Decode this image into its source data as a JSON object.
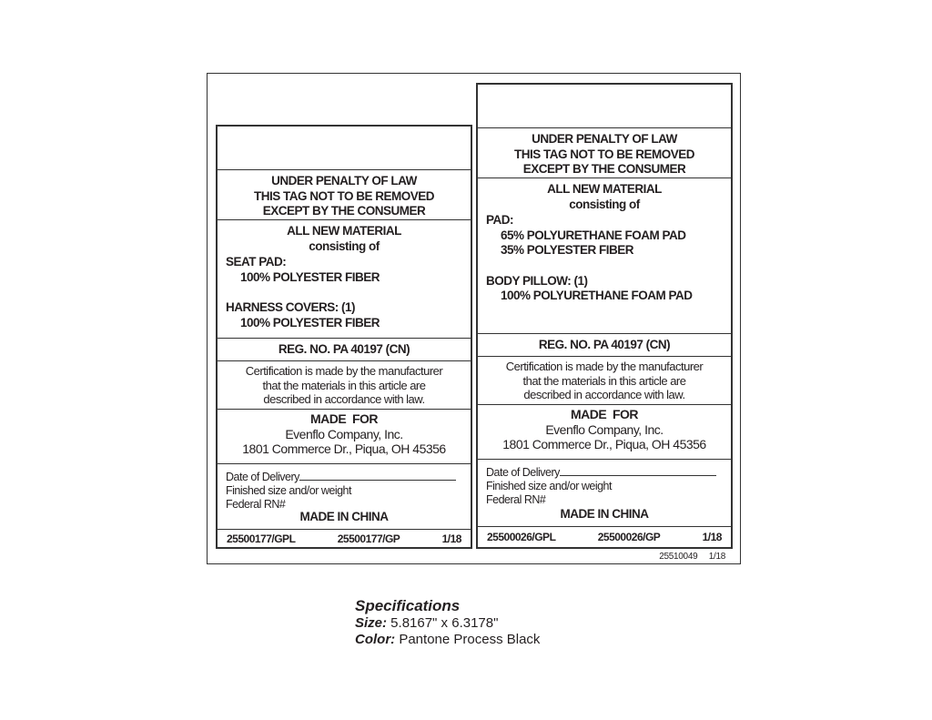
{
  "left_tag": {
    "penalty": [
      "UNDER PENALTY OF LAW",
      "THIS TAG NOT TO BE REMOVED",
      "EXCEPT BY THE CONSUMER"
    ],
    "material_title": "ALL NEW MATERIAL",
    "consisting": "consisting of",
    "items": [
      {
        "label": "SEAT PAD:",
        "lines": [
          "100% POLYESTER FIBER"
        ]
      },
      {
        "label": "HARNESS COVERS: (1)",
        "lines": [
          "100% POLYESTER FIBER"
        ]
      }
    ],
    "reg": "REG. NO. PA 40197 (CN)",
    "cert": [
      "Certification is made by the manufacturer",
      "that the materials in this article are",
      "described in accordance with law."
    ],
    "made_for": "MADE  FOR",
    "company": "Evenflo Company, Inc.",
    "address": "1801 Commerce Dr., Piqua, OH 45356",
    "delivery": "Date of Delivery",
    "size": "Finished size and/or weight",
    "rn": "Federal RN#",
    "origin": "MADE IN CHINA",
    "codes": [
      "25500177/GPL",
      "25500177/GP",
      "1/18"
    ]
  },
  "right_tag": {
    "penalty": [
      "UNDER PENALTY OF LAW",
      "THIS TAG NOT TO BE REMOVED",
      "EXCEPT BY THE CONSUMER"
    ],
    "material_title": "ALL NEW MATERIAL",
    "consisting": "consisting of",
    "items": [
      {
        "label": "PAD:",
        "lines": [
          "65% POLYURETHANE FOAM PAD",
          "35% POLYESTER FIBER"
        ]
      },
      {
        "label": "BODY PILLOW: (1)",
        "lines": [
          "100% POLYURETHANE FOAM PAD"
        ]
      }
    ],
    "reg": "REG. NO. PA 40197 (CN)",
    "cert": [
      "Certification is made by the manufacturer",
      "that the materials in this article are",
      "described in accordance with law."
    ],
    "made_for": "MADE  FOR",
    "company": "Evenflo Company, Inc.",
    "address": "1801 Commerce Dr., Piqua, OH 45356",
    "delivery": "Date of Delivery",
    "size": "Finished size and/or weight",
    "rn": "Federal RN#",
    "origin": "MADE IN CHINA",
    "codes": [
      "25500026/GPL",
      "25500026/GP",
      "1/18"
    ]
  },
  "footer_code": "25510049     1/18",
  "specs": {
    "title": "Specifications",
    "size_label": "Size:",
    "size": " 5.8167\" x 6.3178\"",
    "color_label": "Color:",
    "color": " Pantone Process Black"
  }
}
